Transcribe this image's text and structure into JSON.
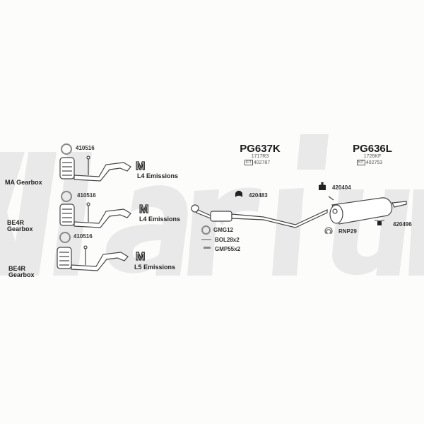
{
  "watermark": {
    "text": "Klarius",
    "color": "#e6e6e6"
  },
  "front_sections": [
    {
      "gearbox": "MA Gearbox",
      "gearbox_lines": [
        "MA Gearbox"
      ],
      "gasket_part": "410516",
      "emissions": "L4 Emissions",
      "ms_logo": "M"
    },
    {
      "gearbox": "BE4R Gearbox",
      "gearbox_lines": [
        "BE4R",
        "Gearbox"
      ],
      "gasket_part": "410516",
      "emissions": "L4 Emissions",
      "ms_logo": "M"
    },
    {
      "gearbox": "BE4R Gearbox",
      "gearbox_lines": [
        "BE4R",
        "Gearbox"
      ],
      "gasket_part": "410516",
      "emissions": "L5 Emissions",
      "ms_logo": "M"
    }
  ],
  "kits": [
    {
      "code": "PG637K",
      "sub": "1717R3",
      "ref_badge": "KIT",
      "ref": "402787"
    },
    {
      "code": "PG636L",
      "sub": "1726KF",
      "ref_badge": "KIT",
      "ref": "402753"
    }
  ],
  "center_parts": {
    "mount": "420483",
    "gasket": "GMG12",
    "bolt": "BOL28x2",
    "clamp": "GMP55x2"
  },
  "rear_parts": {
    "mount_top": "420404",
    "mount_bottom": "420496",
    "clamp": "RNP29"
  },
  "colors": {
    "line": "#444444",
    "fill": "#ffffff",
    "ring": "#888888",
    "bg": "#fcfdfb"
  }
}
